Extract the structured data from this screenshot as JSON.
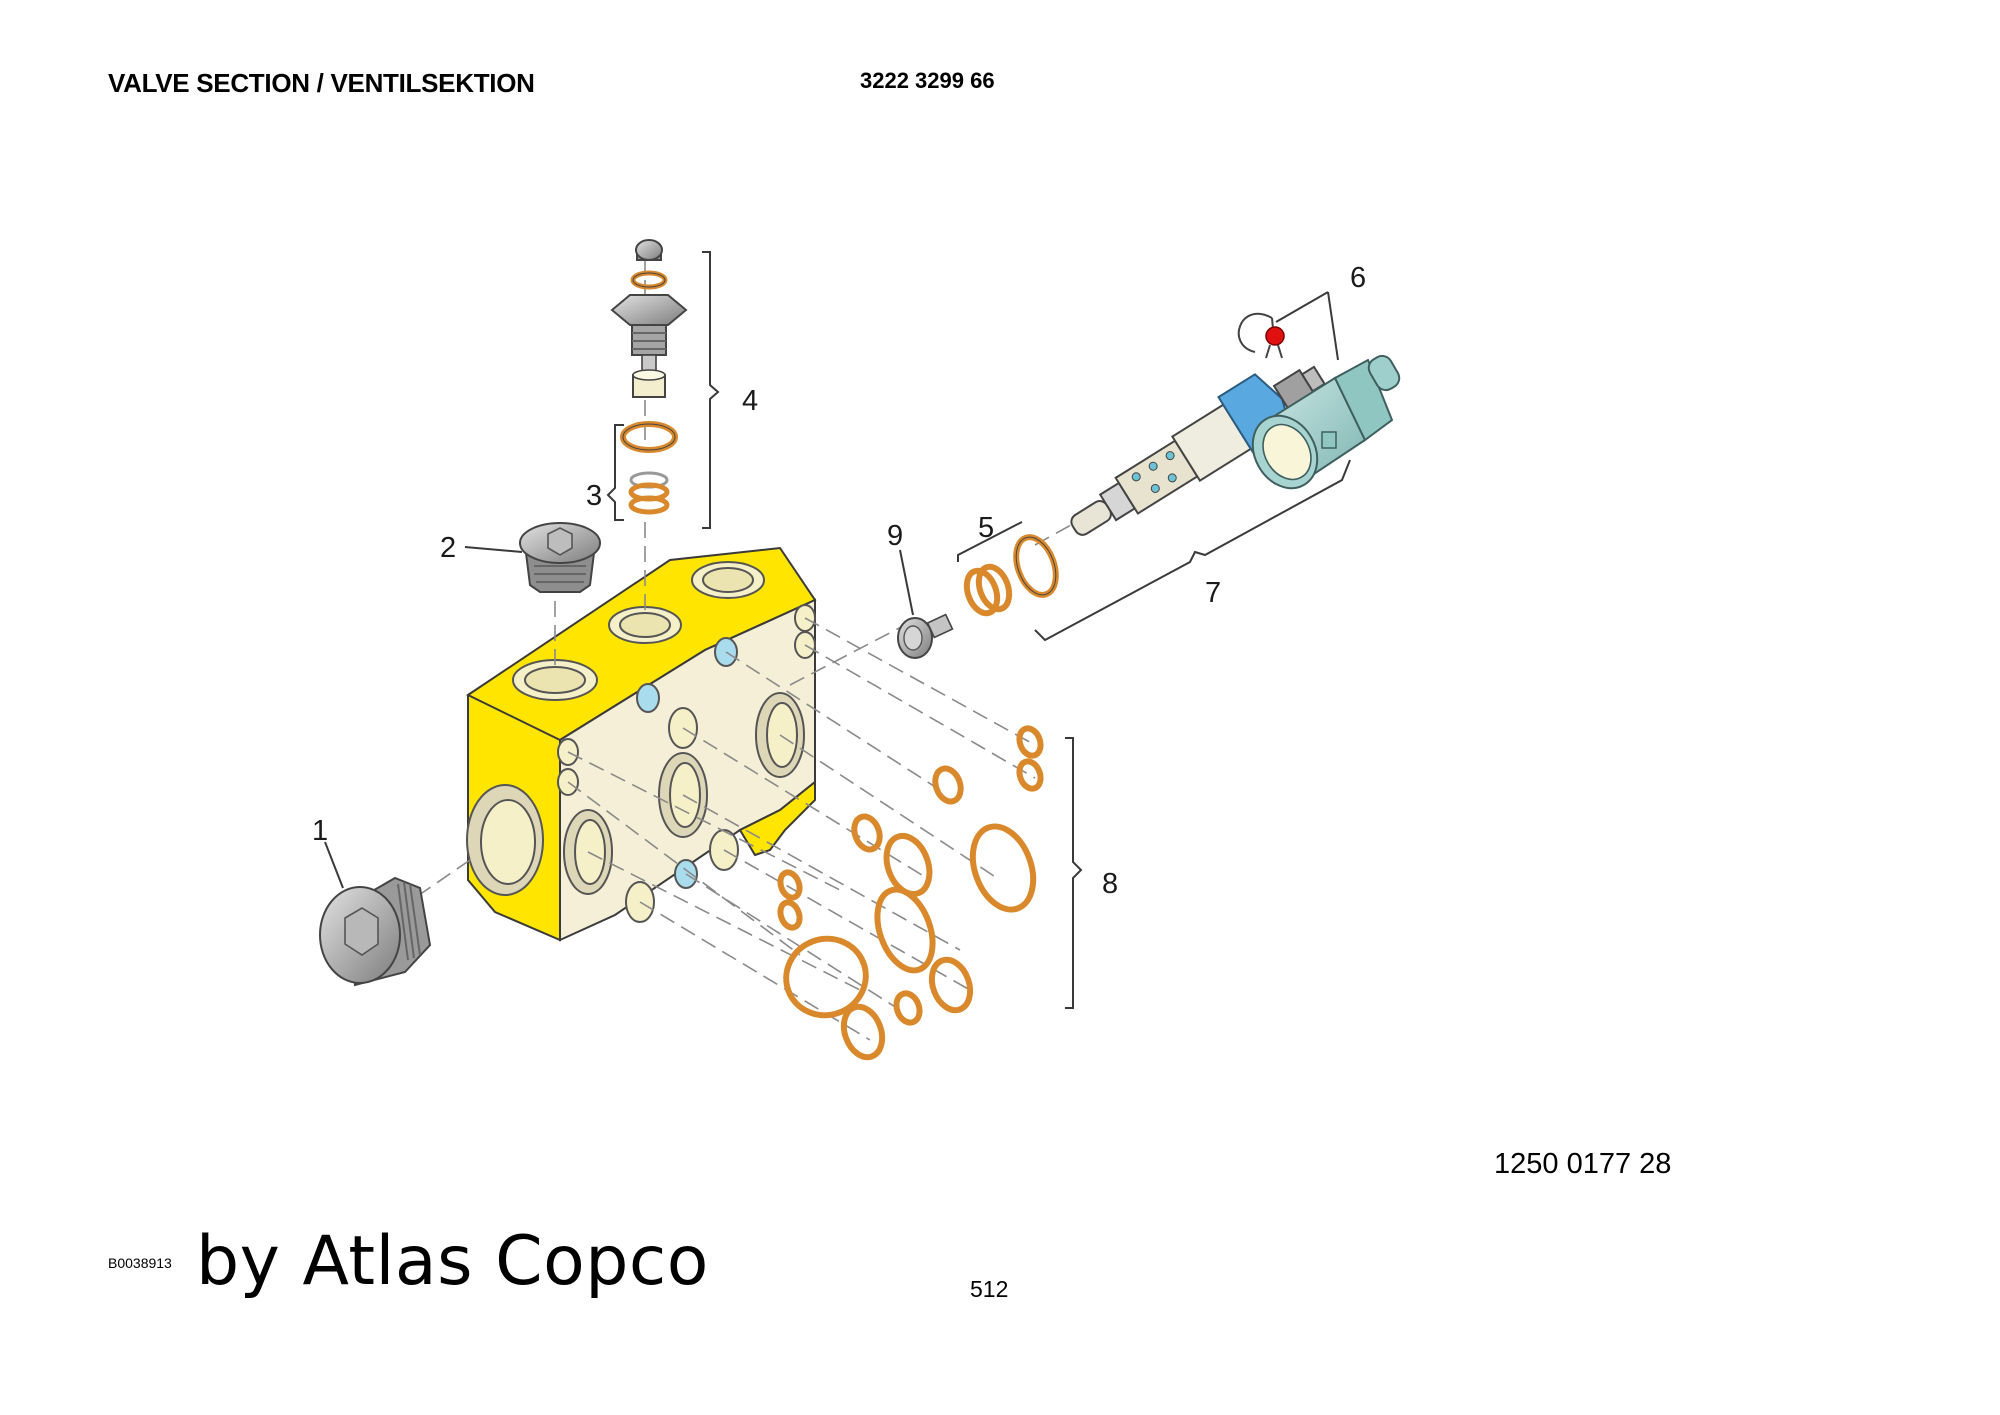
{
  "header": {
    "title": "VALVE SECTION / VENTILSEKTION",
    "document_number": "3222 3299 66"
  },
  "diagram": {
    "callouts": [
      {
        "id": "c1",
        "label": "1"
      },
      {
        "id": "c2",
        "label": "2"
      },
      {
        "id": "c3",
        "label": "3"
      },
      {
        "id": "c4",
        "label": "4"
      },
      {
        "id": "c5",
        "label": "5"
      },
      {
        "id": "c6",
        "label": "6"
      },
      {
        "id": "c7",
        "label": "7"
      },
      {
        "id": "c8",
        "label": "8"
      },
      {
        "id": "c9",
        "label": "9"
      }
    ],
    "colors": {
      "valve_block": "#ffe500",
      "block_face": "#f4efd6",
      "o_ring": "#d9892b",
      "solenoid_nut": "#5aa8e0",
      "solenoid_coil": "#9ecfcc",
      "seal": "#e01010",
      "plug": "#8c8c8c"
    }
  },
  "footer": {
    "part_reference": "1250 0177 28",
    "image_reference": "B0038913",
    "brand": "by Atlas Copco",
    "page_number": "512"
  }
}
